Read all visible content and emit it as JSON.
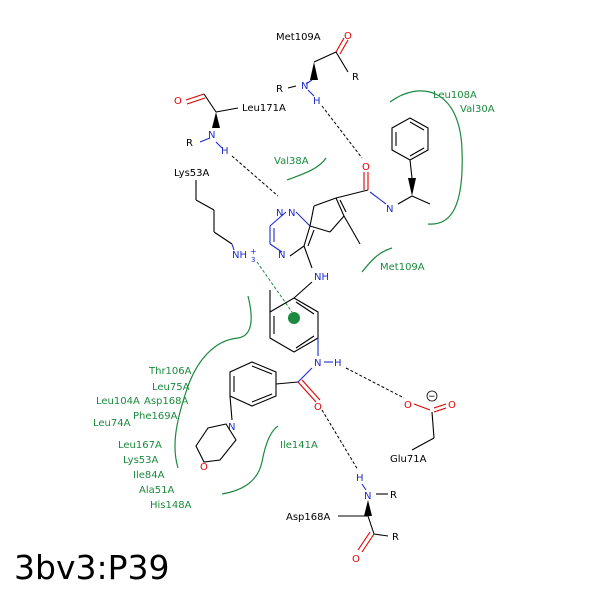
{
  "title": "3bv3:P39",
  "colors": {
    "residue": "#000000",
    "hydrophobic": "#1b8a3e",
    "nitrogen": "#1f2ccc",
    "oxygen": "#e00000"
  },
  "residues": {
    "met109_top": "Met109A",
    "leu171": "Leu171A",
    "lys53": "Lys53A",
    "glu71": "Glu71A",
    "asp168_bottom": "Asp168A"
  },
  "hydrophobic_labels": {
    "leu108": "Leu108A",
    "val30": "Val30A",
    "val38": "Val38A",
    "met109": "Met109A",
    "ile141": "Ile141A",
    "group_left": [
      "Thr106A",
      "Leu75A",
      "Leu104A",
      "Asp168A",
      "Phe169A",
      "Leu74A",
      "Leu167A",
      "Lys53A",
      "Ile84A",
      "Ala51A",
      "His148A"
    ]
  },
  "atoms": {
    "O": "O",
    "N": "N",
    "H": "H",
    "R": "R",
    "NH": "NH",
    "NH3": "NH",
    "NH3_sub": "3",
    "NH3_charge": "+",
    "O_minus": "−"
  }
}
